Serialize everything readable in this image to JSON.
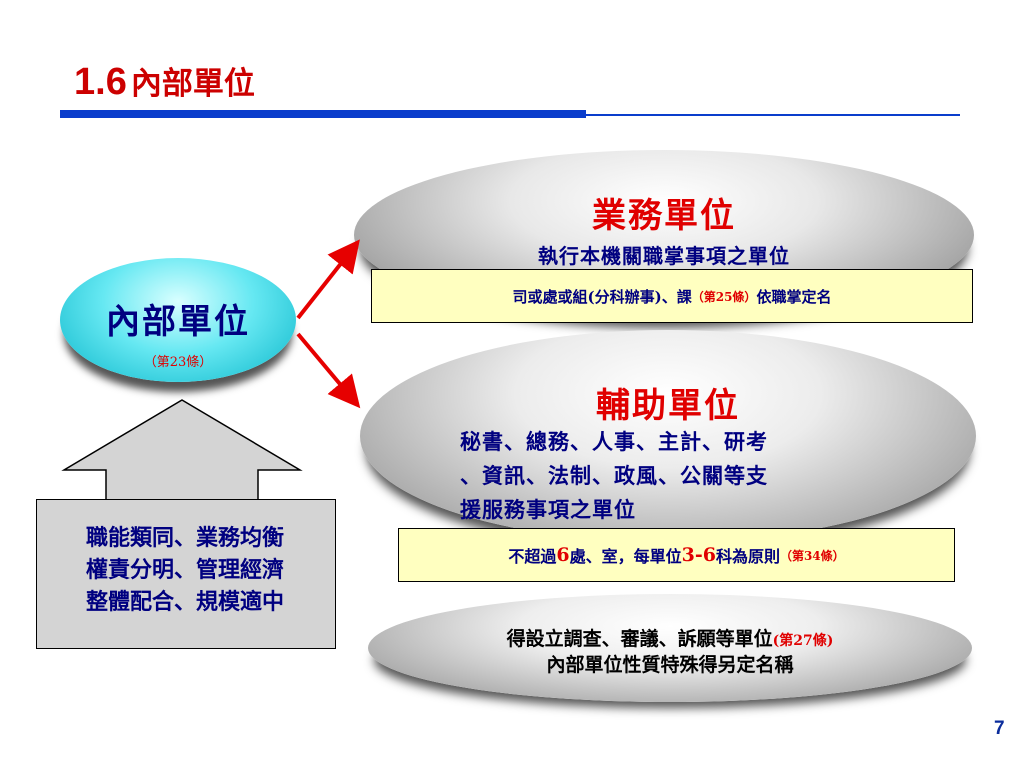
{
  "title": {
    "number": "1.6",
    "text": "內部單位"
  },
  "left_unit": {
    "label": "內部單位",
    "article": "（第23條）"
  },
  "principles": [
    "職能類同、業務均衡",
    "權責分明、管理經濟",
    "整體配合、規模適中"
  ],
  "business_unit": {
    "title": "業務單位",
    "desc": "執行本機關職掌事項之單位",
    "note_pre": "司或處或組(分科辦事)、課",
    "note_article": "（第25條）",
    "note_post": "依職掌定名"
  },
  "support_unit": {
    "title": "輔助單位",
    "desc_lines": [
      "秘書、總務、人事、主計、研考",
      "、資訊、法制、政風、公關等支",
      "援服務事項之單位"
    ],
    "note_a": "不超過 ",
    "note_n1": "6",
    "note_b": " 處、室，每單位 ",
    "note_n2": "3-6",
    "note_c": " 科為原則",
    "note_article": "（第34條）"
  },
  "special_unit": {
    "line1": "得設立調查、審議、訴願等單位",
    "line1_article": "(第27條)",
    "line2": "內部單位性質特殊得另定名稱"
  },
  "page_number": "7",
  "colors": {
    "title_red": "#cc0000",
    "rule_blue": "#0a3dcc",
    "text_navy": "#000080",
    "accent_red": "#e00000",
    "note_yellow": "#ffffc0",
    "arrow_red": "#e60000",
    "cyan": "#2bc8d8"
  }
}
